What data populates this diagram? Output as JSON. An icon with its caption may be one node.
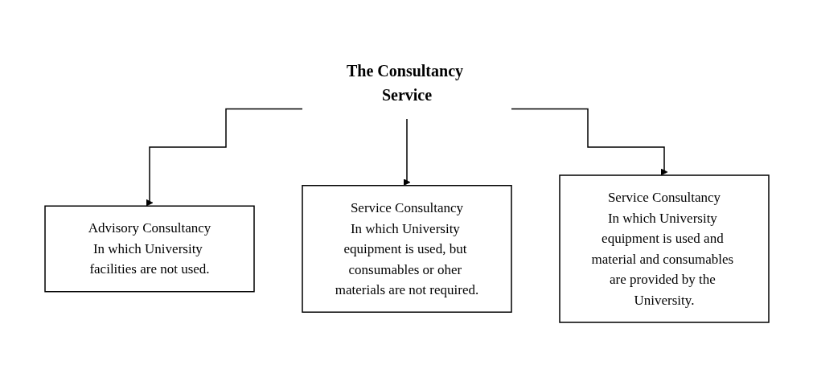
{
  "diagram": {
    "nodes": [
      {
        "text": [
          "The Consultancy Service"
        ]
      },
      {
        "text": [
          "Advisory Consultancy",
          "In which University facilities are not used."
        ]
      },
      {
        "text": [
          "Service Consultancy",
          "In which University equipment is used, but consumables or oher materials are not required."
        ]
      },
      {
        "text": [
          "Service Consultancy",
          "In which University equipment is used and material and consumables are provided by the University."
        ]
      }
    ],
    "edges": [
      {
        "from": 0,
        "to": 1,
        "arrow": "to"
      },
      {
        "from": 0,
        "to": 2,
        "arrow": "to"
      },
      {
        "from": 0,
        "to": 3,
        "arrow": "to"
      }
    ]
  }
}
